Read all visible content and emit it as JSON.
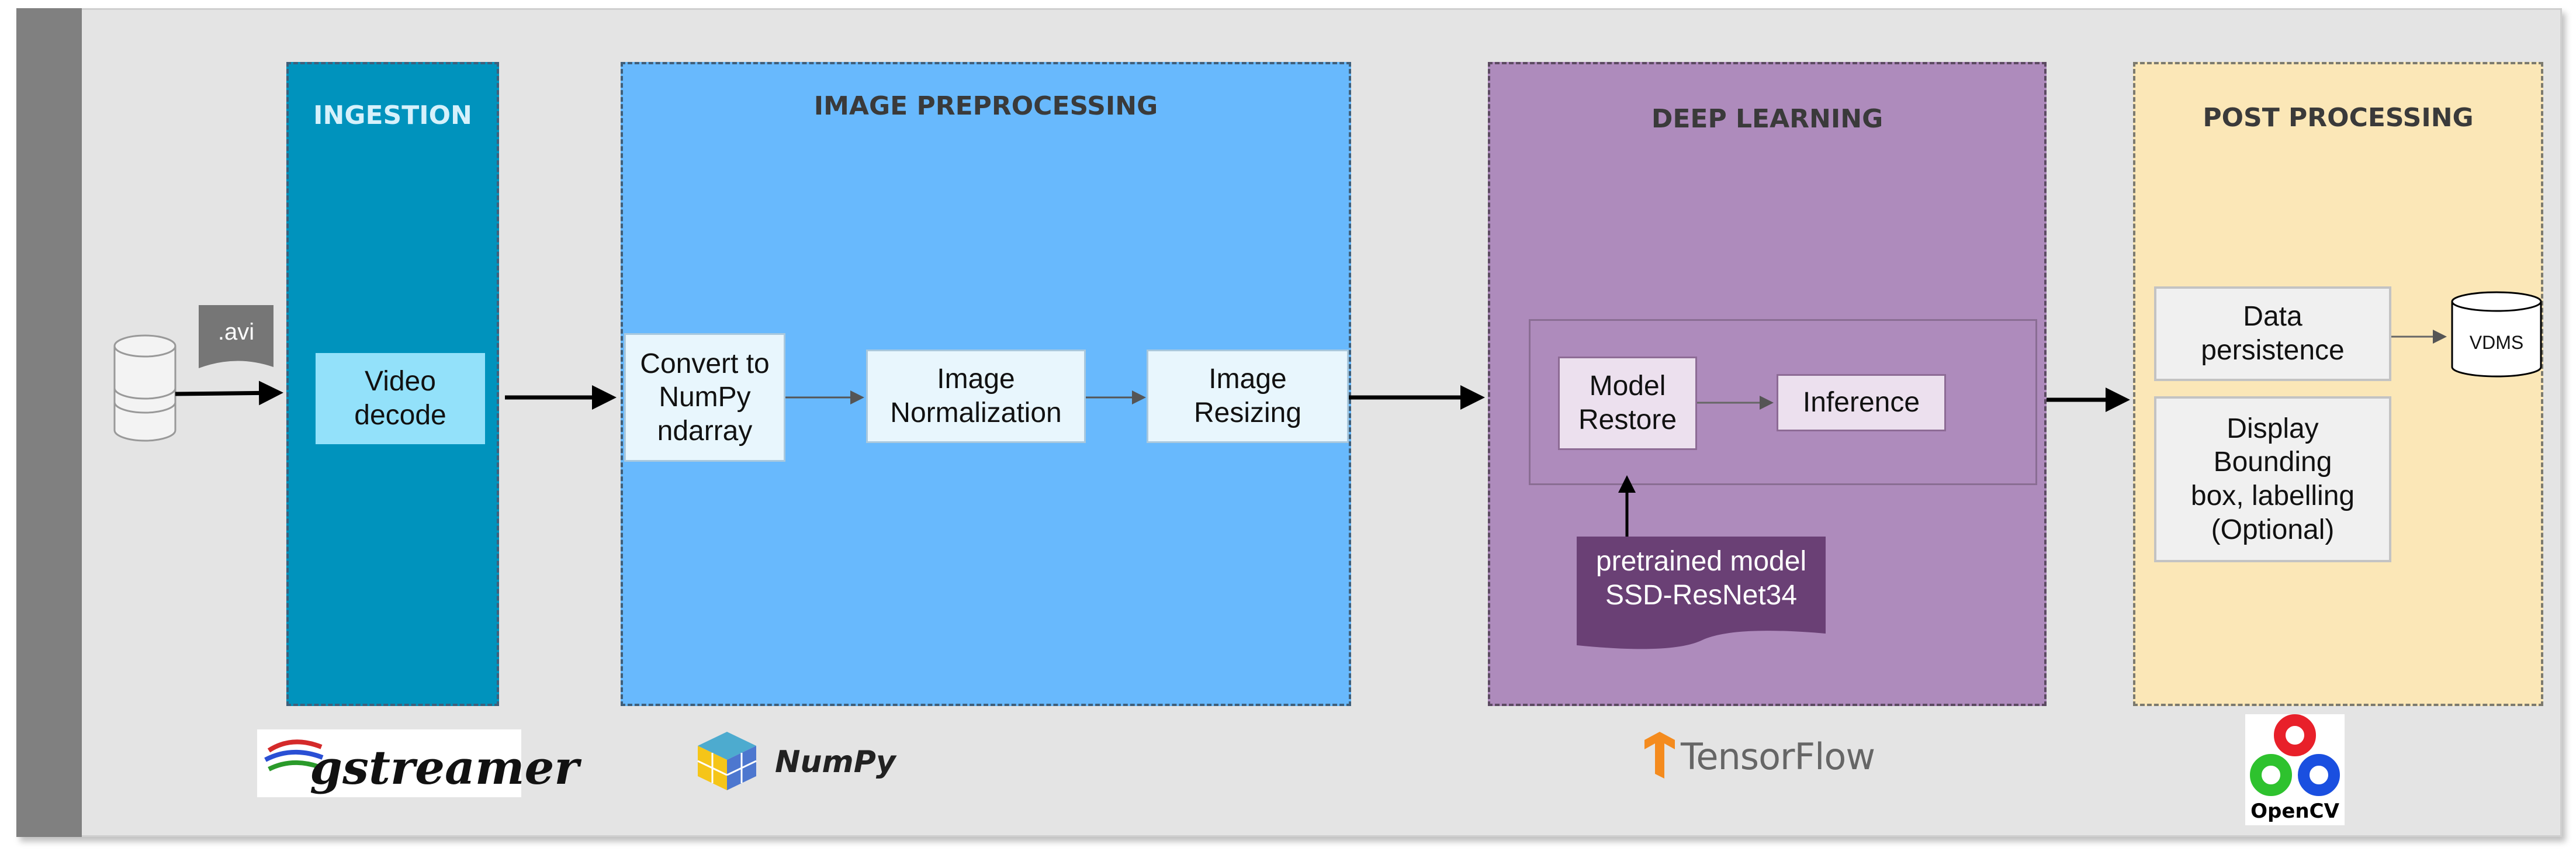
{
  "stages": {
    "ingestion": {
      "title": "INGESTION",
      "color": "#0093bd"
    },
    "preprocessing": {
      "title": "IMAGE PREPROCESSING",
      "color": "#68b9fd"
    },
    "deep_learning": {
      "title": "DEEP LEARNING",
      "color": "#ae8bbc"
    },
    "post_processing": {
      "title": "POST PROCESSING",
      "color": "#fbe7b7"
    }
  },
  "source": {
    "file_label": ".avi",
    "icon": "database-icon"
  },
  "nodes": {
    "video_decode": "Video decode",
    "convert": "Convert to NumPy ndarray",
    "normalization": "Image Normalization",
    "resizing": "Image Resizing",
    "model_restore": "Model Restore",
    "inference": "Inference",
    "pretrained": "pretrained model SSD-ResNet34",
    "data_persistence": "Data persistence",
    "display": "Display Bounding box, labelling (Optional)",
    "vdms": "VDMS"
  },
  "logos": {
    "gstreamer": "gstreamer",
    "numpy": "NumPy",
    "tensorflow": "TensorFlow",
    "opencv": "OpenCV"
  }
}
